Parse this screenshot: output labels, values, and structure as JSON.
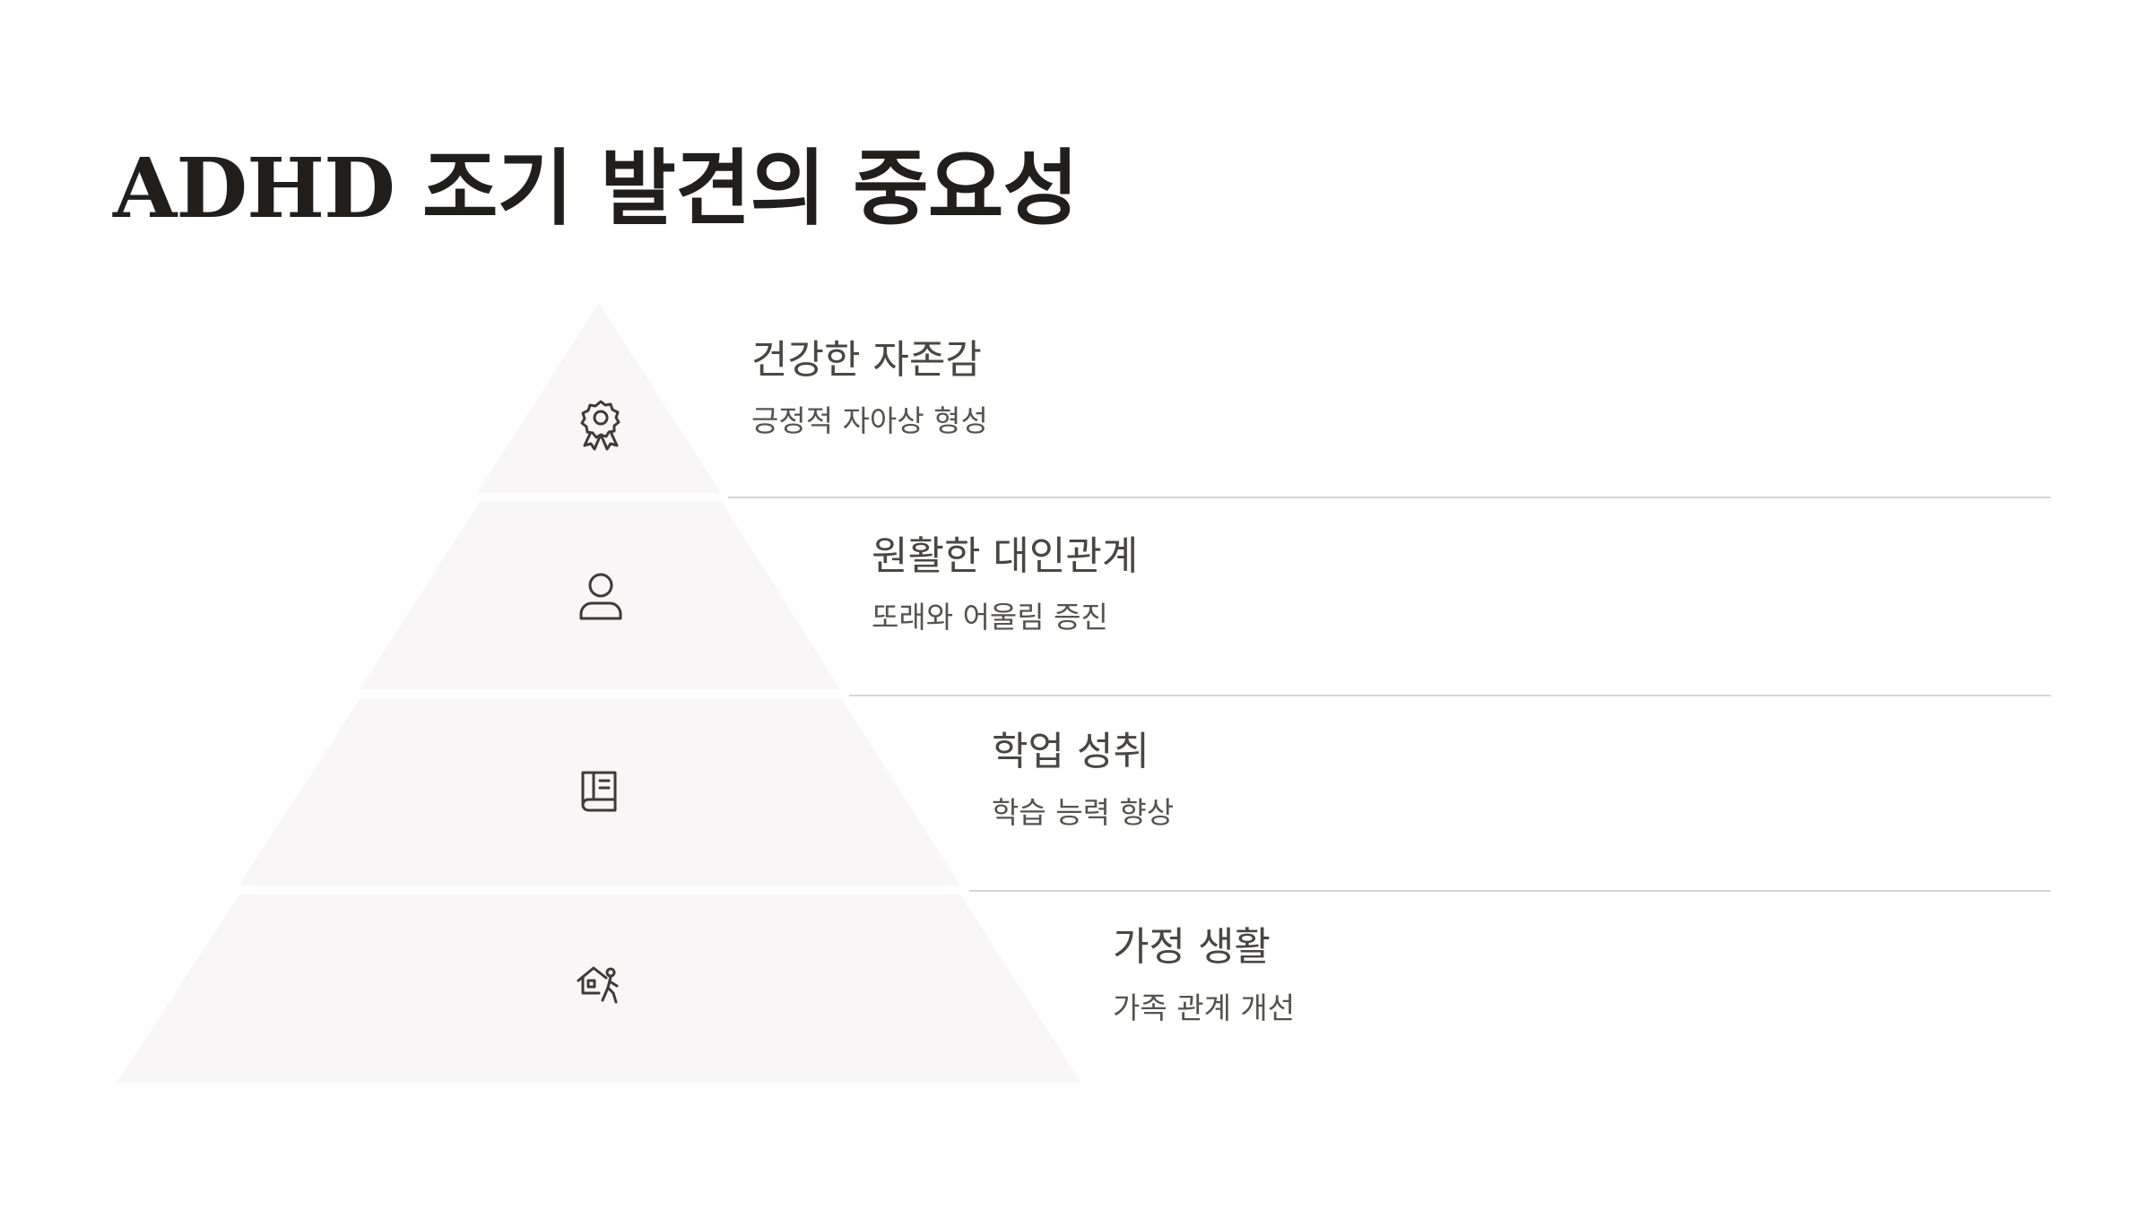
{
  "title": "ADHD 조기 발견의 중요성",
  "colors": {
    "background": "#ffffff",
    "tier_fill": "#f8f6f6",
    "icon_stroke": "#3e3a37",
    "divider": "#d8d5d3",
    "title_text": "#221e1b",
    "body_text": "#4a4643"
  },
  "tiers": [
    {
      "icon": "award-ribbon-icon",
      "title": "건강한 자존감",
      "description": "긍정적 자아상 형성"
    },
    {
      "icon": "person-icon",
      "title": "원활한 대인관계",
      "description": "또래와 어울림 증진"
    },
    {
      "icon": "book-icon",
      "title": "학업 성취",
      "description": "학습 능력 향상"
    },
    {
      "icon": "home-family-icon",
      "title": "가정 생활",
      "description": "가족 관계 개선"
    }
  ]
}
